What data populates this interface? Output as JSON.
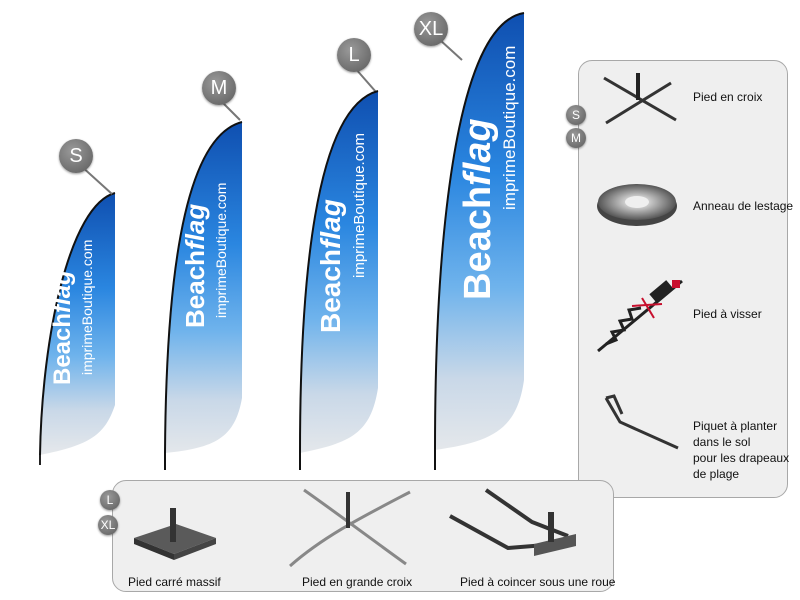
{
  "flags": [
    {
      "size": "S",
      "brand_prefix": "Beach",
      "brand_suffix": "flag",
      "site": "imprimeBoutique.com"
    },
    {
      "size": "M",
      "brand_prefix": "Beach",
      "brand_suffix": "flag",
      "site": "imprimeBoutique.com"
    },
    {
      "size": "L",
      "brand_prefix": "Beach",
      "brand_suffix": "flag",
      "site": "imprimeBoutique.com"
    },
    {
      "size": "XL",
      "brand_prefix": "Beach",
      "brand_suffix": "flag",
      "site": "imprimeBoutique.com"
    }
  ],
  "right_panel": {
    "badges": [
      "S",
      "M"
    ],
    "items": [
      {
        "label_lines": [
          "Pied en croix"
        ],
        "icon": "cross-stand-icon"
      },
      {
        "label_lines": [
          "Anneau de lestage"
        ],
        "icon": "weight-ring-icon"
      },
      {
        "label_lines": [
          "Pied à visser"
        ],
        "icon": "screw-stake-icon"
      },
      {
        "label_lines": [
          "Piquet à planter",
          "dans le sol",
          "pour les drapeaux",
          "de plage"
        ],
        "icon": "ground-stake-icon"
      }
    ]
  },
  "bottom_panel": {
    "badges": [
      "L",
      "XL"
    ],
    "items": [
      {
        "label": "Pied carré massif",
        "icon": "square-base-icon"
      },
      {
        "label": "Pied en grande croix",
        "icon": "large-cross-stand-icon"
      },
      {
        "label": "Pied à coincer sous une roue",
        "icon": "wheel-stand-icon"
      }
    ]
  },
  "colors": {
    "flag_blue": "#1b6fd6",
    "flag_light": "#e6e6e6",
    "panel_bg": "#efefef",
    "badge_grey": "#7a7a7a"
  }
}
